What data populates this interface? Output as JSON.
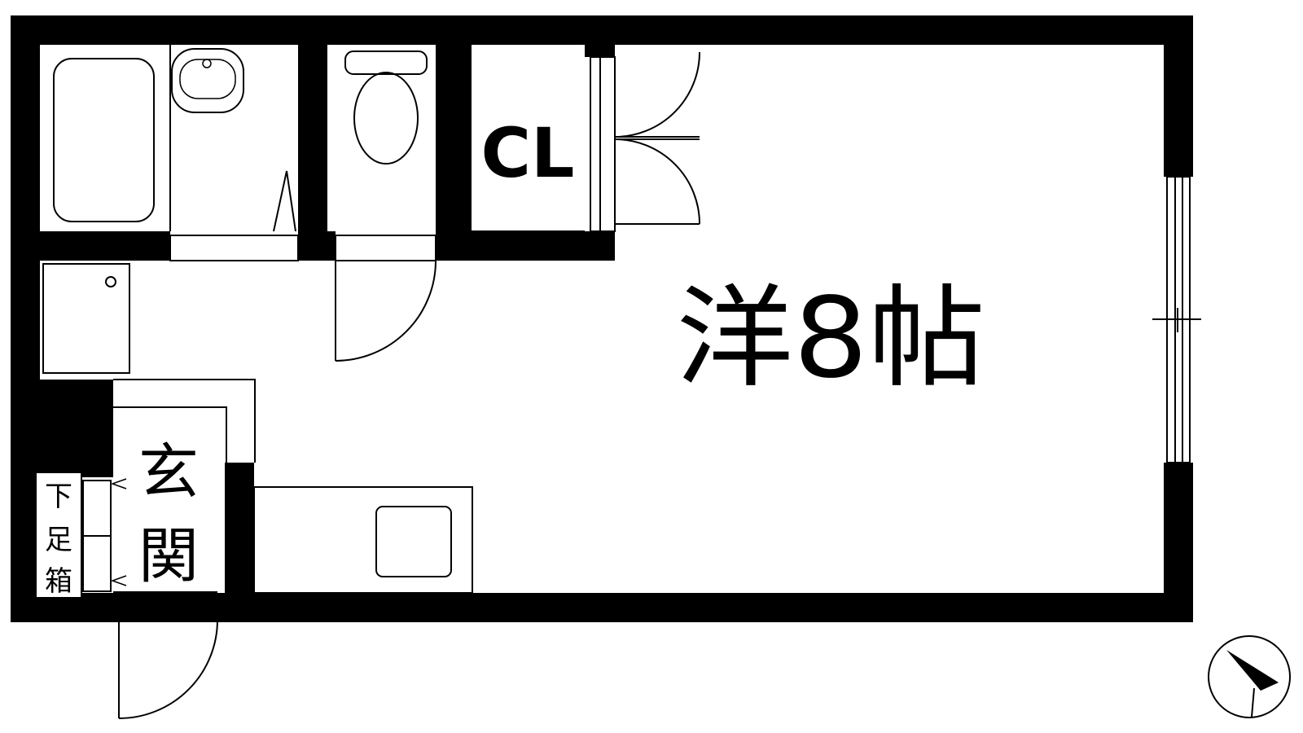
{
  "rooms": {
    "main_room": "洋8帖",
    "closet": "CL",
    "entrance": "玄関",
    "shoe_box": "下足箱"
  },
  "compass": {
    "icon": "north-arrow-icon"
  },
  "colors": {
    "wall": "#000000",
    "background": "#ffffff"
  }
}
